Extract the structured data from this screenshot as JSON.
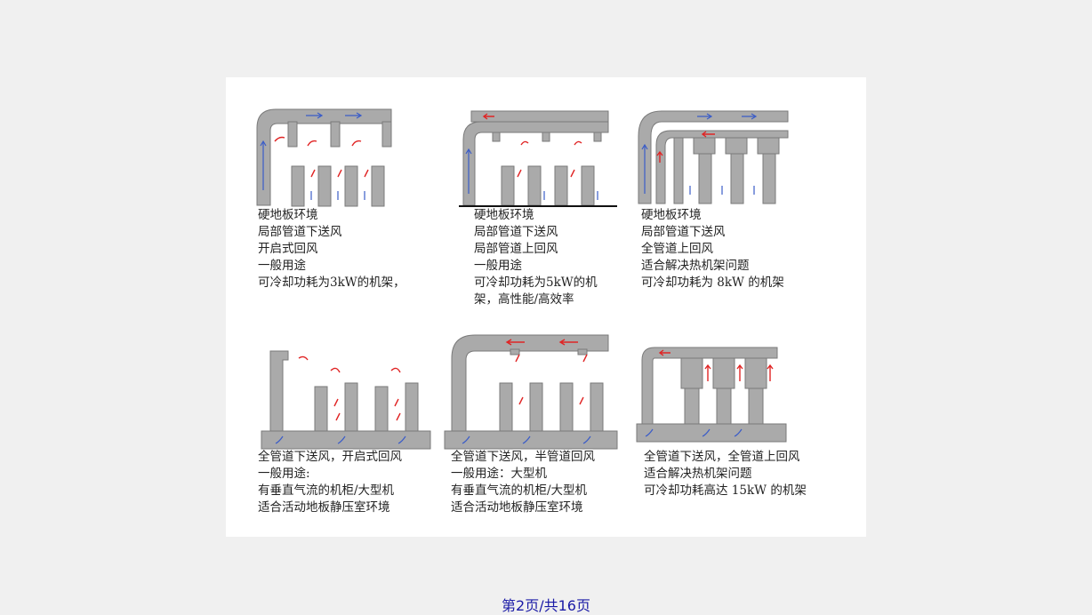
{
  "panels": [
    {
      "lines": [
        "硬地板环境",
        "局部管道下送风",
        "开启式回风",
        "一般用途",
        "可冷却功耗为3kW的机架，"
      ]
    },
    {
      "lines": [
        "硬地板环境",
        "局部管道下送风",
        "局部管道上回风",
        "一般用途",
        "可冷却功耗为5kW的机",
        "架，高性能/高效率"
      ]
    },
    {
      "lines": [
        "硬地板环境",
        "局部管道下送风",
        "全管道上回风",
        "适合解决热机架问题",
        "可冷却功耗为 8kW 的机架"
      ]
    },
    {
      "lines": [
        "全管道下送风，开启式回风",
        "一般用途:",
        "有垂直气流的机柜/大型机",
        "适合活动地板静压室环境"
      ]
    },
    {
      "lines": [
        "全管道下送风，半管道回风",
        "一般用途：大型机",
        "有垂直气流的机柜/大型机",
        "适合活动地板静压室环境"
      ]
    },
    {
      "lines": [
        "全管道下送风，全管道上回风",
        "适合解决热机架问题",
        "可冷却功耗高达 15kW 的机架"
      ]
    }
  ],
  "footer": {
    "text": "第2页/共16页"
  },
  "colors": {
    "hot_air": "#e02424",
    "cold_air": "#3a5cc8",
    "duct": "#aaaaaa"
  }
}
